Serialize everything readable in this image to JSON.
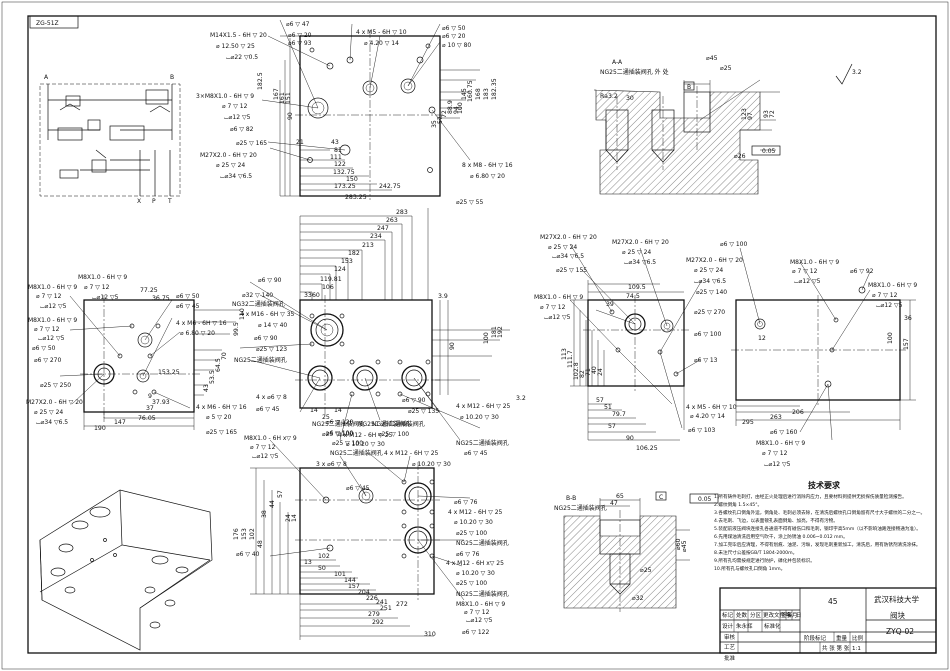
{
  "drawing_code": "ZG-51Z",
  "ports": [
    "A",
    "B",
    "X",
    "P",
    "T"
  ],
  "top_view": {
    "labels": [
      {
        "t": "⌀6 ▽ 47"
      },
      {
        "t": "⌀6 ▽ 20"
      },
      {
        "t": "⌀6 ▽ 93"
      },
      {
        "t": "M14X1.5 - 6H ▽ 20"
      },
      {
        "t": "⌀ 12.50 ▽ 25"
      },
      {
        "t": "⌴⌀22 ▽0.5"
      },
      {
        "t": "4 x  M5 - 6H ▽ 10"
      },
      {
        "t": "⌀ 4.20 ▽ 14"
      },
      {
        "t": "⌀6 ▽ 50"
      },
      {
        "t": "⌀6 ▽ 20"
      },
      {
        "t": "⌀ 10 ▽ 80"
      },
      {
        "t": "3×M8X1.0 - 6H ▽ 9"
      },
      {
        "t": "⌀ 7 ▽ 12"
      },
      {
        "t": "⌴⌀12 ▽5"
      },
      {
        "t": "⌀6 ▽ 82"
      },
      {
        "t": "⌀25 ▽ 165"
      },
      {
        "t": "M27X2.0 - 6H ▽ 20"
      },
      {
        "t": "⌀ 25 ▽ 24"
      },
      {
        "t": "⌴⌀34 ▽6.5"
      },
      {
        "t": "8 x  M8 - 6H ▽ 16"
      },
      {
        "t": "⌀ 6.80 ▽ 20"
      },
      {
        "t": "⌀25 ▽ 55"
      }
    ],
    "dims": [
      "43",
      "81",
      "111",
      "122",
      "132.75",
      "150",
      "173.25",
      "242.75",
      "283.25",
      "182.35",
      "183",
      "168",
      "160.75",
      "145",
      "100",
      "94",
      "88.9",
      "72",
      "57",
      "35",
      "167",
      "161",
      "151",
      "182.5",
      "90",
      "21"
    ]
  },
  "front_view": {
    "dims": [
      "283",
      "263",
      "247",
      "234",
      "213",
      "182",
      "153",
      "124",
      "119.81",
      "106",
      "60",
      "33",
      "90",
      "192",
      "181",
      "100",
      "3.9",
      "14",
      "25",
      "14",
      "3.2"
    ],
    "labels": [
      {
        "t": "⌀6 ▽ 90"
      },
      {
        "t": "⌀32 ▽ 140"
      },
      {
        "t": "4 x  M16 - 6H ▽ 35"
      },
      {
        "t": "⌀ 14 ▽ 40"
      },
      {
        "t": "⌀6 ▽ 90"
      },
      {
        "t": "⌀25 ▽ 123"
      },
      {
        "t": "NG32二通插装阀孔"
      },
      {
        "t": "NG25二通插装阀孔"
      },
      {
        "t": "4 x ⌀6 ▽ 8"
      },
      {
        "t": "⌀6 ▽ 45"
      },
      {
        "t": "⌀6 ▽ 90"
      },
      {
        "t": "⌀25 ▽ 135"
      },
      {
        "t": "NG25二通插装阀孔"
      },
      {
        "t": "4 x  M12 - 6H ▽ 25"
      },
      {
        "t": "⌀ 10.20 ▽ 30"
      },
      {
        "t": "NG25二通插装阀孔"
      },
      {
        "t": "⌀6 ▽ 45"
      },
      {
        "t": "NG25二通插装阀孔"
      },
      {
        "t": "⌀25 ▽ 100"
      },
      {
        "t": "4 x  M12 - 6H ▽ 25"
      },
      {
        "t": "⌀ 10.20 ▽ 30"
      }
    ]
  },
  "left_view": {
    "labels": [
      {
        "t": "M8X1.0 - 6H ▽ 9"
      },
      {
        "t": "⌀ 7 ▽ 12"
      },
      {
        "t": "⌴⌀12 ▽5"
      },
      {
        "t": "M8X1.0 - 6H ▽ 9"
      },
      {
        "t": "⌀ 7 ▽ 12"
      },
      {
        "t": "⌴⌀12 ▽5"
      },
      {
        "t": "⌀6 ▽ 50"
      },
      {
        "t": "⌀6 ▽ 45"
      },
      {
        "t": "⌀6 ▽ 50"
      },
      {
        "t": "⌀6 ▽ 270"
      },
      {
        "t": "4 x  M6 - 6H ▽ 16"
      },
      {
        "t": "⌀ 6.80 ▽ 20"
      },
      {
        "t": "M8X1.0 - 6H ▽ 9"
      },
      {
        "t": "⌀ 7 ▽ 12"
      },
      {
        "t": "⌴⌀12 ▽5"
      },
      {
        "t": "⌀25 ▽ 250"
      },
      {
        "t": "M27X2.0 - 6H ▽ 20"
      },
      {
        "t": "⌀ 25 ▽ 24"
      },
      {
        "t": "⌴⌀34 ▽6.5"
      },
      {
        "t": "4 x  M6 - 6H ▽ 16"
      },
      {
        "t": "⌀ 5 ▽ 20"
      },
      {
        "t": "⌀25 ▽ 165"
      }
    ],
    "dims": [
      "77.25",
      "36.75",
      "110",
      "99.5",
      "70",
      "64.5",
      "53.5",
      "43",
      "37.93",
      "9",
      "76.05",
      "37",
      "147",
      "190",
      "153.25"
    ]
  },
  "bottom_view": {
    "labels": [
      {
        "t": "M8X1.0 - 6H x▽ 9"
      },
      {
        "t": "⌀ 7 ▽ 12"
      },
      {
        "t": "⌴⌀12 ▽5"
      },
      {
        "t": "⌀6 ▽ 120"
      },
      {
        "t": "⌀6 ▽ 100"
      },
      {
        "t": "NG25二通插装阀孔"
      },
      {
        "t": "⌀25 ▽ 100"
      },
      {
        "t": "NG25二通插装阀孔"
      },
      {
        "t": "⌀25 ▽ 100"
      },
      {
        "t": "3 x ⌀6 ▽ 8"
      },
      {
        "t": "⌀6 ▽ 45"
      },
      {
        "t": "4 x  M12 - 6H ▽ 25"
      },
      {
        "t": "⌀ 10.20 ▽ 30"
      },
      {
        "t": "⌀6 ▽ 76"
      },
      {
        "t": "4 x  M12 - 6H ▽ 25"
      },
      {
        "t": "⌀ 10.20 ▽ 30"
      },
      {
        "t": "⌀25 ▽ 100"
      },
      {
        "t": "NG25二通插装阀孔"
      },
      {
        "t": "⌀6 ▽ 76"
      },
      {
        "t": "4 x  M12 - 6H x▽ 25"
      },
      {
        "t": "⌀ 10.20 ▽ 30"
      },
      {
        "t": "⌀25 ▽ 100"
      },
      {
        "t": "NG25二通插装阀孔"
      },
      {
        "t": "M8X1.0 - 6H ▽ 9"
      },
      {
        "t": "⌀ 7 ▽ 12"
      },
      {
        "t": "⌴⌀12 ▽5"
      },
      {
        "t": "⌀6 ▽ 122"
      },
      {
        "t": "⌀6 ▽ 40"
      }
    ],
    "dims": [
      "57",
      "44",
      "38",
      "24",
      "14",
      "176",
      "153",
      "102",
      "48",
      "102",
      "13",
      "50",
      "101",
      "144",
      "157",
      "204",
      "226",
      "241",
      "251",
      "279",
      "272",
      "292",
      "310"
    ]
  },
  "section_aa": {
    "title": "A-A",
    "label": "NG25二通插装阀孔  外  处",
    "dims": [
      "⌀25",
      "⌀45",
      "97",
      "123",
      "93",
      "72",
      "⌀26",
      "30",
      "Ra3.2"
    ],
    "tol": "0.05",
    "datum": "B"
  },
  "right_view": {
    "labels": [
      {
        "t": "M27X2.0 - 6H ▽ 20"
      },
      {
        "t": "⌀ 25 ▽ 24"
      },
      {
        "t": "⌴⌀34 ▽6.5"
      },
      {
        "t": "⌀25 ▽ 155"
      },
      {
        "t": "M8X1.0 - 6H ▽ 9"
      },
      {
        "t": "⌀ 7 ▽ 12"
      },
      {
        "t": "⌴⌀12 ▽5"
      },
      {
        "t": "M27X2.0 - 6H ▽ 20"
      },
      {
        "t": "⌀ 25 ▽ 24"
      },
      {
        "t": "⌴⌀34 ▽6.5"
      },
      {
        "t": "M27X2.0 - 6H ▽ 20"
      },
      {
        "t": "⌀ 25 ▽ 24"
      },
      {
        "t": "⌴⌀34 ▽6.5"
      },
      {
        "t": "⌀25 ▽ 140"
      },
      {
        "t": "⌀25 ▽ 270"
      },
      {
        "t": "⌀6 ▽ 100"
      },
      {
        "t": "⌀6 ▽ 13"
      },
      {
        "t": "4 x  M5 - 6H ▽ 10"
      },
      {
        "t": "⌀ 4.20 ▽ 14"
      },
      {
        "t": "⌀6 ▽ 103"
      }
    ],
    "dims": [
      "109.5",
      "74.5",
      "39",
      "113",
      "111.7",
      "102.8",
      "82",
      "71",
      "40",
      "24",
      "57",
      "79.7",
      "51",
      "90",
      "106.25",
      "57"
    ]
  },
  "far_right_view": {
    "labels": [
      {
        "t": "⌀6 ▽ 100"
      },
      {
        "t": "M8X1.0 - 6H ▽ 9"
      },
      {
        "t": "⌀ 7 ▽ 12"
      },
      {
        "t": "⌴⌀12 ▽5"
      },
      {
        "t": "⌀6 ▽ 92"
      },
      {
        "t": "M8X1.0 - 6H ▽ 9"
      },
      {
        "t": "⌀ 7 ▽ 12"
      },
      {
        "t": "⌴⌀12 ▽5"
      },
      {
        "t": "⌀6 ▽ 160"
      },
      {
        "t": "M8X1.0 - 6H ▽ 9"
      },
      {
        "t": "⌀ 7 ▽ 12"
      },
      {
        "t": "⌴⌀12 ▽5"
      }
    ],
    "dims": [
      "157",
      "100",
      "295",
      "263",
      "206",
      "12",
      "36"
    ]
  },
  "section_bb": {
    "title": "B-B",
    "label": "NG25二通插装阀孔",
    "dims": [
      "65",
      "47",
      "⌀45",
      "⌀60",
      "⌀25",
      "⌀32"
    ],
    "tol": "0.05",
    "datum": "C"
  },
  "surface_finish": "3.2",
  "tech_notes": {
    "title": "技术要求",
    "items": [
      "1.所有铸件毛刺打，由经正火处理后进行消除内应力，且要材料到提供无损探伤质量检测报告。",
      "2.螺纹倒角 1.5×45°。",
      "3.各螺纹孔口倒角外运，倒角处、毛刺必须去除，在清洗后螺纹孔口倒角留有尺寸大于螺纹的二分之一。",
      "4.去毛刺、飞边，以表面镀孔表面倒角、加亮，不得有污物。",
      "5.装配前液压阀块连接孔各通道不得有碰伤口和毛刺，钢印字高5mm（以不影响油路连接畅通为准）。",
      "6.先用煤油清洗后用空气吹干，涂上防锈油 0.006~0.012 mm。",
      "7.加工完毕后应清理，不得有划痕、油泥、污垢，发现毛刺重新加工，清洗后，用有防锈剂清洗涂抹。",
      "8.未注尺寸公差按GB/T 1804-2000m。",
      "9.所有孔均需按规定进行防护，磷化并包装标识。",
      "10.所有孔与螺纹孔口倒角 1mm。"
    ]
  },
  "title_block": {
    "material": "45",
    "school": "武汉科技大学",
    "part_name": "阀块",
    "drawing_no": "ZYQ-02",
    "scale": "1:1",
    "header_cells": [
      "标记",
      "处数",
      "分区",
      "更改文件号",
      "签名",
      "年",
      "月",
      "日"
    ],
    "row_cells": [
      "设计",
      "朱永辉",
      "",
      "标准化",
      "",
      "",
      "",
      ""
    ],
    "left_rows": [
      "审核",
      "工艺"
    ],
    "mid_cells": [
      "阶段标记",
      "重量",
      "比例"
    ],
    "bottom_cells": [
      "批准",
      "共  张   第  张"
    ]
  }
}
